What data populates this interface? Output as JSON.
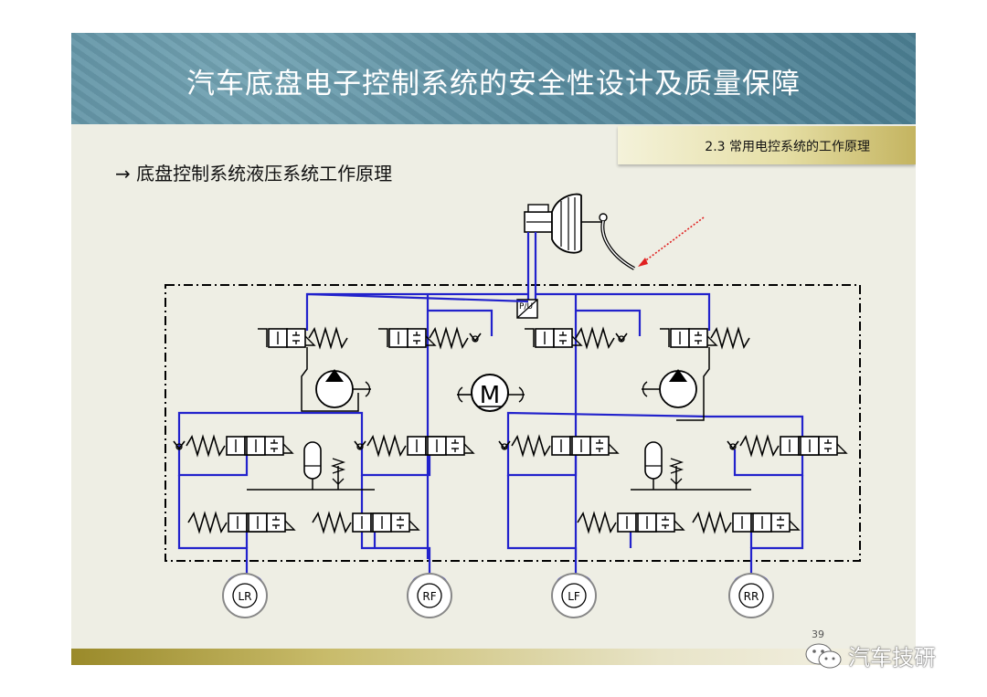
{
  "slide": {
    "title": "汽车底盘电子控制系统的安全性设计及质量保障",
    "section": "2.3 常用电控系统的工作原理",
    "subtitle": "→ 底盘控制系统液压系统工作原理",
    "page_number": "39"
  },
  "diagram": {
    "motor_label": "M",
    "sensor_label": "P/U",
    "wheels": [
      {
        "id": "lr",
        "label": "LR"
      },
      {
        "id": "rf",
        "label": "RF"
      },
      {
        "id": "lf",
        "label": "LF"
      },
      {
        "id": "rr",
        "label": "RR"
      }
    ],
    "line_color": "#2222cc",
    "border_color": "#000000"
  },
  "watermark": {
    "text": "汽车技研",
    "icon": "wechat-icon"
  }
}
